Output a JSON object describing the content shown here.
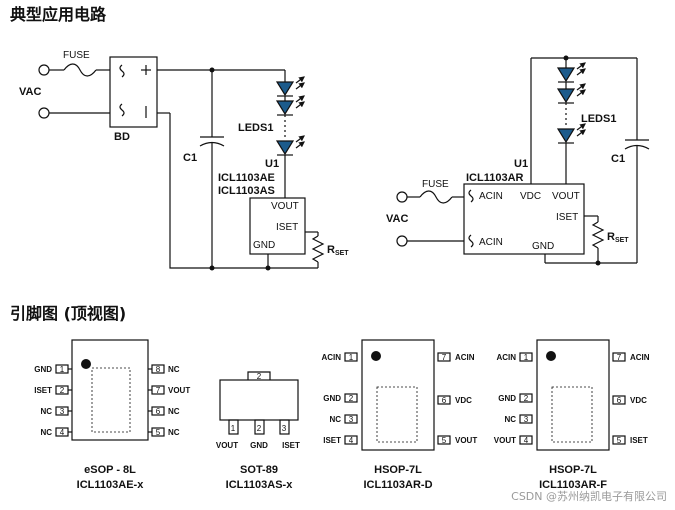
{
  "headings": {
    "circuit": "典型应用电路",
    "pinout": "引脚图 (顶视图)"
  },
  "circuit_left": {
    "fuse": "FUSE",
    "vac": "VAC",
    "bridge": "BD",
    "cap": "C1",
    "leds": "LEDS1",
    "ic_ref": "U1",
    "ic_names": [
      "ICL1103AE",
      "ICL1103AS"
    ],
    "pins": {
      "vout": "VOUT",
      "iset": "ISET",
      "gnd": "GND"
    },
    "rset": "R",
    "rset_sub": "SET"
  },
  "circuit_right": {
    "fuse": "FUSE",
    "vac": "VAC",
    "cap": "C1",
    "leds": "LEDS1",
    "ic_ref": "U1",
    "ic_name": "ICL1103AR",
    "pins": {
      "acin1": "ACIN",
      "vdc": "VDC",
      "vout": "VOUT",
      "iset": "ISET",
      "acin2": "ACIN",
      "gnd": "GND"
    },
    "rset": "R",
    "rset_sub": "SET"
  },
  "packages": [
    {
      "name": "eSOP - 8L",
      "part": "ICL1103AE-x",
      "left_pins": [
        [
          "GND",
          "1"
        ],
        [
          "ISET",
          "2"
        ],
        [
          "NC",
          "3"
        ],
        [
          "NC",
          "4"
        ]
      ],
      "right_pins": [
        [
          "8",
          "NC"
        ],
        [
          "7",
          "VOUT"
        ],
        [
          "6",
          "NC"
        ],
        [
          "5",
          "NC"
        ]
      ]
    },
    {
      "name": "SOT-89",
      "part": "ICL1103AS-x",
      "tab": "2",
      "bottom_pins": [
        [
          "1",
          "VOUT"
        ],
        [
          "2",
          "GND"
        ],
        [
          "3",
          "ISET"
        ]
      ]
    },
    {
      "name": "HSOP-7L",
      "part": "ICL1103AR-D",
      "left_pins": [
        [
          "ACIN",
          "1"
        ],
        [
          "GND",
          "2"
        ],
        [
          "NC",
          "3"
        ],
        [
          "ISET",
          "4"
        ]
      ],
      "right_pins": [
        [
          "7",
          "ACIN"
        ],
        [
          "6",
          "VDC"
        ],
        [
          "5",
          "VOUT"
        ]
      ]
    },
    {
      "name": "HSOP-7L",
      "part": "ICL1103AR-F",
      "left_pins": [
        [
          "ACIN",
          "1"
        ],
        [
          "GND",
          "2"
        ],
        [
          "NC",
          "3"
        ],
        [
          "VOUT",
          "4"
        ]
      ],
      "right_pins": [
        [
          "7",
          "ACIN"
        ],
        [
          "6",
          "VDC"
        ],
        [
          "5",
          "ISET"
        ]
      ]
    }
  ],
  "watermark": "CSDN @苏州纳凯电子有限公司"
}
